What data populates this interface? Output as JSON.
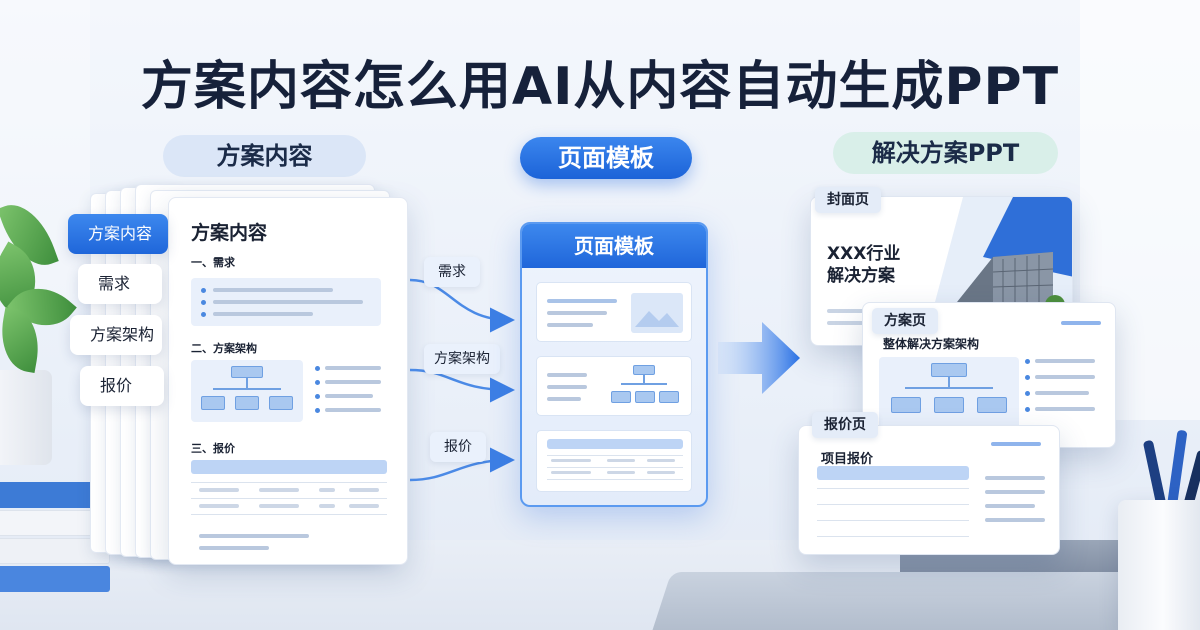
{
  "title": "方案内容怎么用AI从内容自动生成PPT",
  "columns": {
    "left": "方案内容",
    "middle": "页面模板",
    "right": "解决方案PPT"
  },
  "left_tabs": [
    "方案内容",
    "需求",
    "方案架构",
    "报价"
  ],
  "document": {
    "title": "方案内容",
    "sections": [
      "一、需求",
      "二、方案架构",
      "三、报价"
    ]
  },
  "arrow_labels": [
    "需求",
    "方案架构",
    "报价"
  ],
  "template": {
    "header": "页面模板"
  },
  "slides": {
    "cover": {
      "tag": "封面页",
      "title_line1": "XXX行业",
      "title_line2": "解决方案"
    },
    "solution": {
      "tag": "方案页",
      "title": "整体解决方案架构"
    },
    "quote": {
      "tag": "报价页",
      "title": "项目报价"
    }
  },
  "colors": {
    "accent": "#1f66da",
    "accent_light": "#dbe6f7",
    "right_header": "#d9efe9",
    "title": "#16213a"
  },
  "icons": [
    "image-placeholder-icon",
    "flow-arrow-icon",
    "big-right-arrow-icon",
    "building-photo"
  ]
}
